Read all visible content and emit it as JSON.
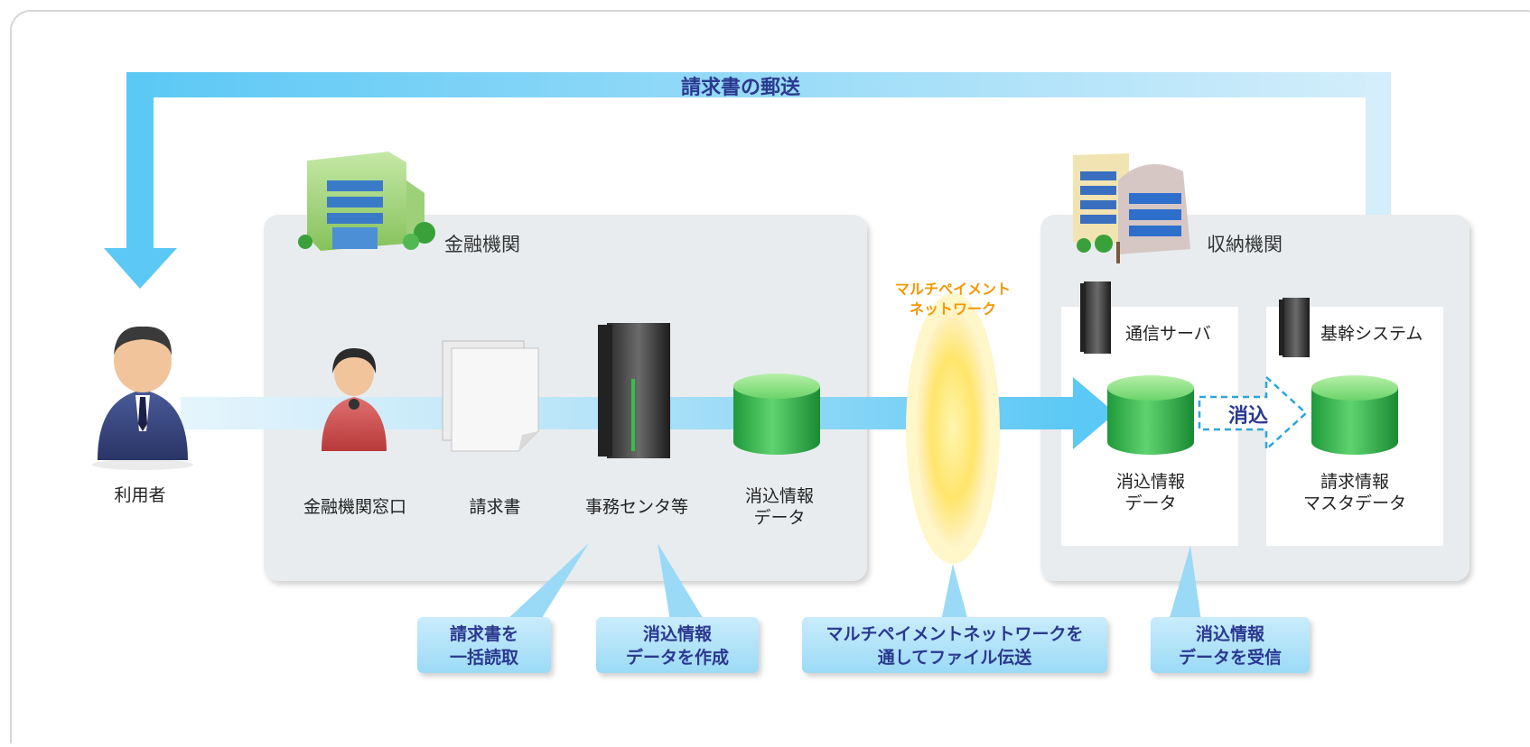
{
  "top_flow_label": "請求書の郵送",
  "user_label": "利用者",
  "financial": {
    "title": "金融機関",
    "items": {
      "teller": "金融機関窓口",
      "invoice": "請求書",
      "center": "事務センタ等",
      "data_line1": "消込情報",
      "data_line2": "データ"
    }
  },
  "network": {
    "line1": "マルチペイメント",
    "line2": "ネットワーク"
  },
  "collector": {
    "title": "収納機関",
    "server_label": "通信サーバ",
    "core_label": "基幹システム",
    "data_line1": "消込情報",
    "data_line2": "データ",
    "master_line1": "請求情報",
    "master_line2": "マスタデータ",
    "reconcile_label": "消込"
  },
  "callouts": [
    {
      "line1": "請求書を",
      "line2": "一括読取"
    },
    {
      "line1": "消込情報",
      "line2": "データを作成"
    },
    {
      "line1": "マルチペイメントネットワークを",
      "line2": "通してファイル伝送"
    },
    {
      "line1": "消込情報",
      "line2": "データを受信"
    }
  ],
  "colors": {
    "flow_blue": "#5bc8f5",
    "panel_gray": "#e8ecef",
    "label_navy": "#2b3990",
    "network_orange": "#f39800",
    "db_green": "#2db34a"
  }
}
